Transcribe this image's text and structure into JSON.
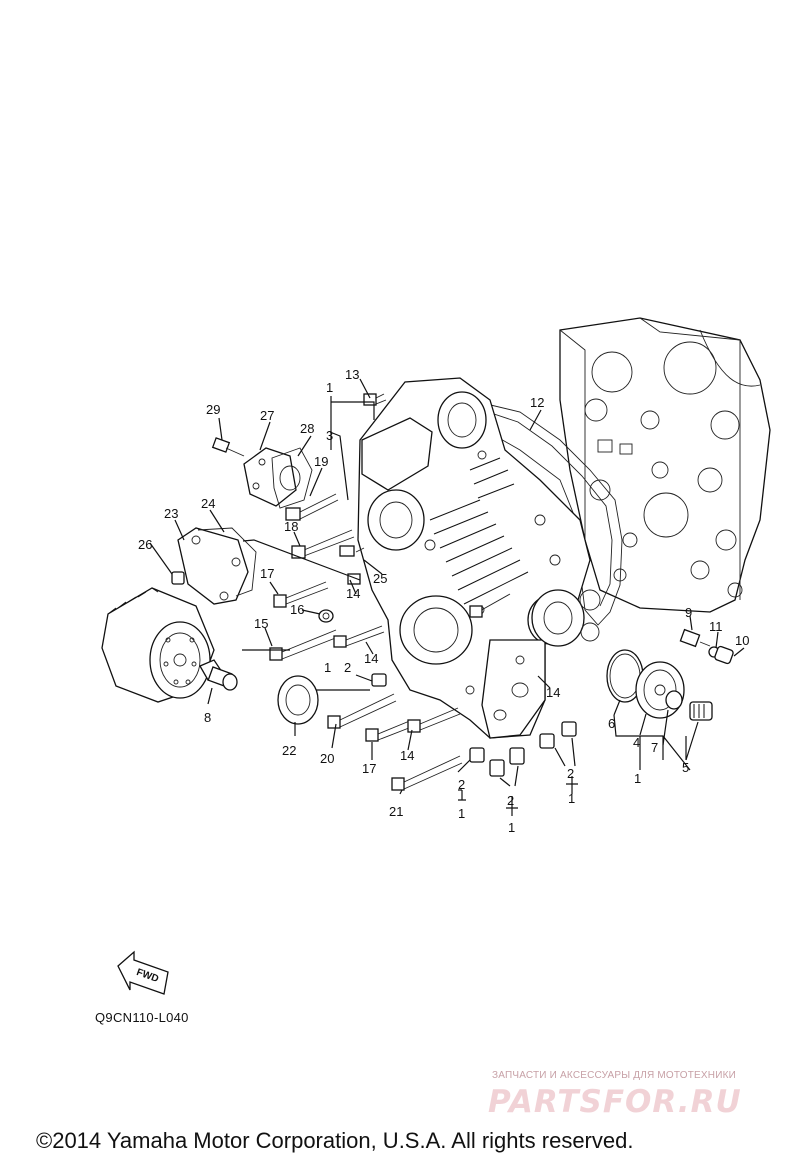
{
  "callouts": {
    "c13": "13",
    "c1a": "1",
    "c29": "29",
    "c27": "27",
    "c28": "28",
    "c3": "3",
    "c12": "12",
    "c19": "19",
    "c24": "24",
    "c23": "23",
    "c18": "18",
    "c26": "26",
    "c17a": "17",
    "c25": "25",
    "c14a": "14",
    "c16": "16",
    "c15": "15",
    "c14b": "14",
    "c1b": "1",
    "c2a": "2",
    "c9": "9",
    "c11": "11",
    "c10": "10",
    "c14c": "14",
    "c22": "22",
    "c20": "20",
    "c17b": "17",
    "c14d": "14",
    "c6": "6",
    "c4": "4",
    "c7": "7",
    "c5": "5",
    "c1c": "1",
    "c2b": "2",
    "c1d": "1",
    "c2c": "2",
    "c1e": "1",
    "c2d": "2",
    "c1f": "1",
    "c8": "8",
    "c21": "21"
  },
  "fwd_arrow": "FWD",
  "diagram_code": "Q9CN110-L040",
  "watermark": {
    "tagline": "ЗАПЧАСТИ И АКСЕССУАРЫ ДЛЯ МОТОТЕХНИКИ",
    "logo": "PARTSFOR.RU"
  },
  "copyright": "©2014 Yamaha Motor Corporation, U.S.A. All rights reserved."
}
